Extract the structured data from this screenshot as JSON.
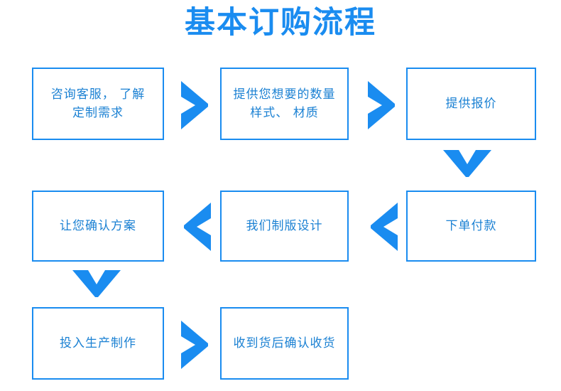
{
  "page": {
    "title": "基本订购流程",
    "accent_color": "#1a8cf0",
    "box_border_color": "#1a8cf0",
    "box_text_color": "#1b81d3",
    "background_color": "#ffffff"
  },
  "flow": {
    "steps": [
      {
        "id": 1,
        "label": "咨询客服， 了解\n定制需求",
        "row": 1,
        "col": 1
      },
      {
        "id": 2,
        "label": "提供您想要的数量\n样式、 材质",
        "row": 1,
        "col": 2
      },
      {
        "id": 3,
        "label": "提供报价",
        "row": 1,
        "col": 3
      },
      {
        "id": 4,
        "label": "下单付款",
        "row": 2,
        "col": 3
      },
      {
        "id": 5,
        "label": "我们制版设计",
        "row": 2,
        "col": 2
      },
      {
        "id": 6,
        "label": "让您确认方案",
        "row": 2,
        "col": 1
      },
      {
        "id": 7,
        "label": "投入生产制作",
        "row": 3,
        "col": 1
      },
      {
        "id": 8,
        "label": "收到货后确认收货",
        "row": 3,
        "col": 2
      }
    ],
    "connectors": [
      {
        "id": "c1",
        "from": 1,
        "to": 2,
        "direction": "right",
        "icon": "chevron-right-icon"
      },
      {
        "id": "c2",
        "from": 2,
        "to": 3,
        "direction": "right",
        "icon": "chevron-right-icon"
      },
      {
        "id": "c3",
        "from": 3,
        "to": 4,
        "direction": "down",
        "icon": "chevron-down-icon"
      },
      {
        "id": "c4",
        "from": 4,
        "to": 5,
        "direction": "left",
        "icon": "chevron-left-icon"
      },
      {
        "id": "c5",
        "from": 5,
        "to": 6,
        "direction": "left",
        "icon": "chevron-left-icon"
      },
      {
        "id": "c6",
        "from": 6,
        "to": 7,
        "direction": "down",
        "icon": "chevron-down-icon"
      },
      {
        "id": "c7",
        "from": 7,
        "to": 8,
        "direction": "right",
        "icon": "chevron-right-icon"
      }
    ]
  }
}
